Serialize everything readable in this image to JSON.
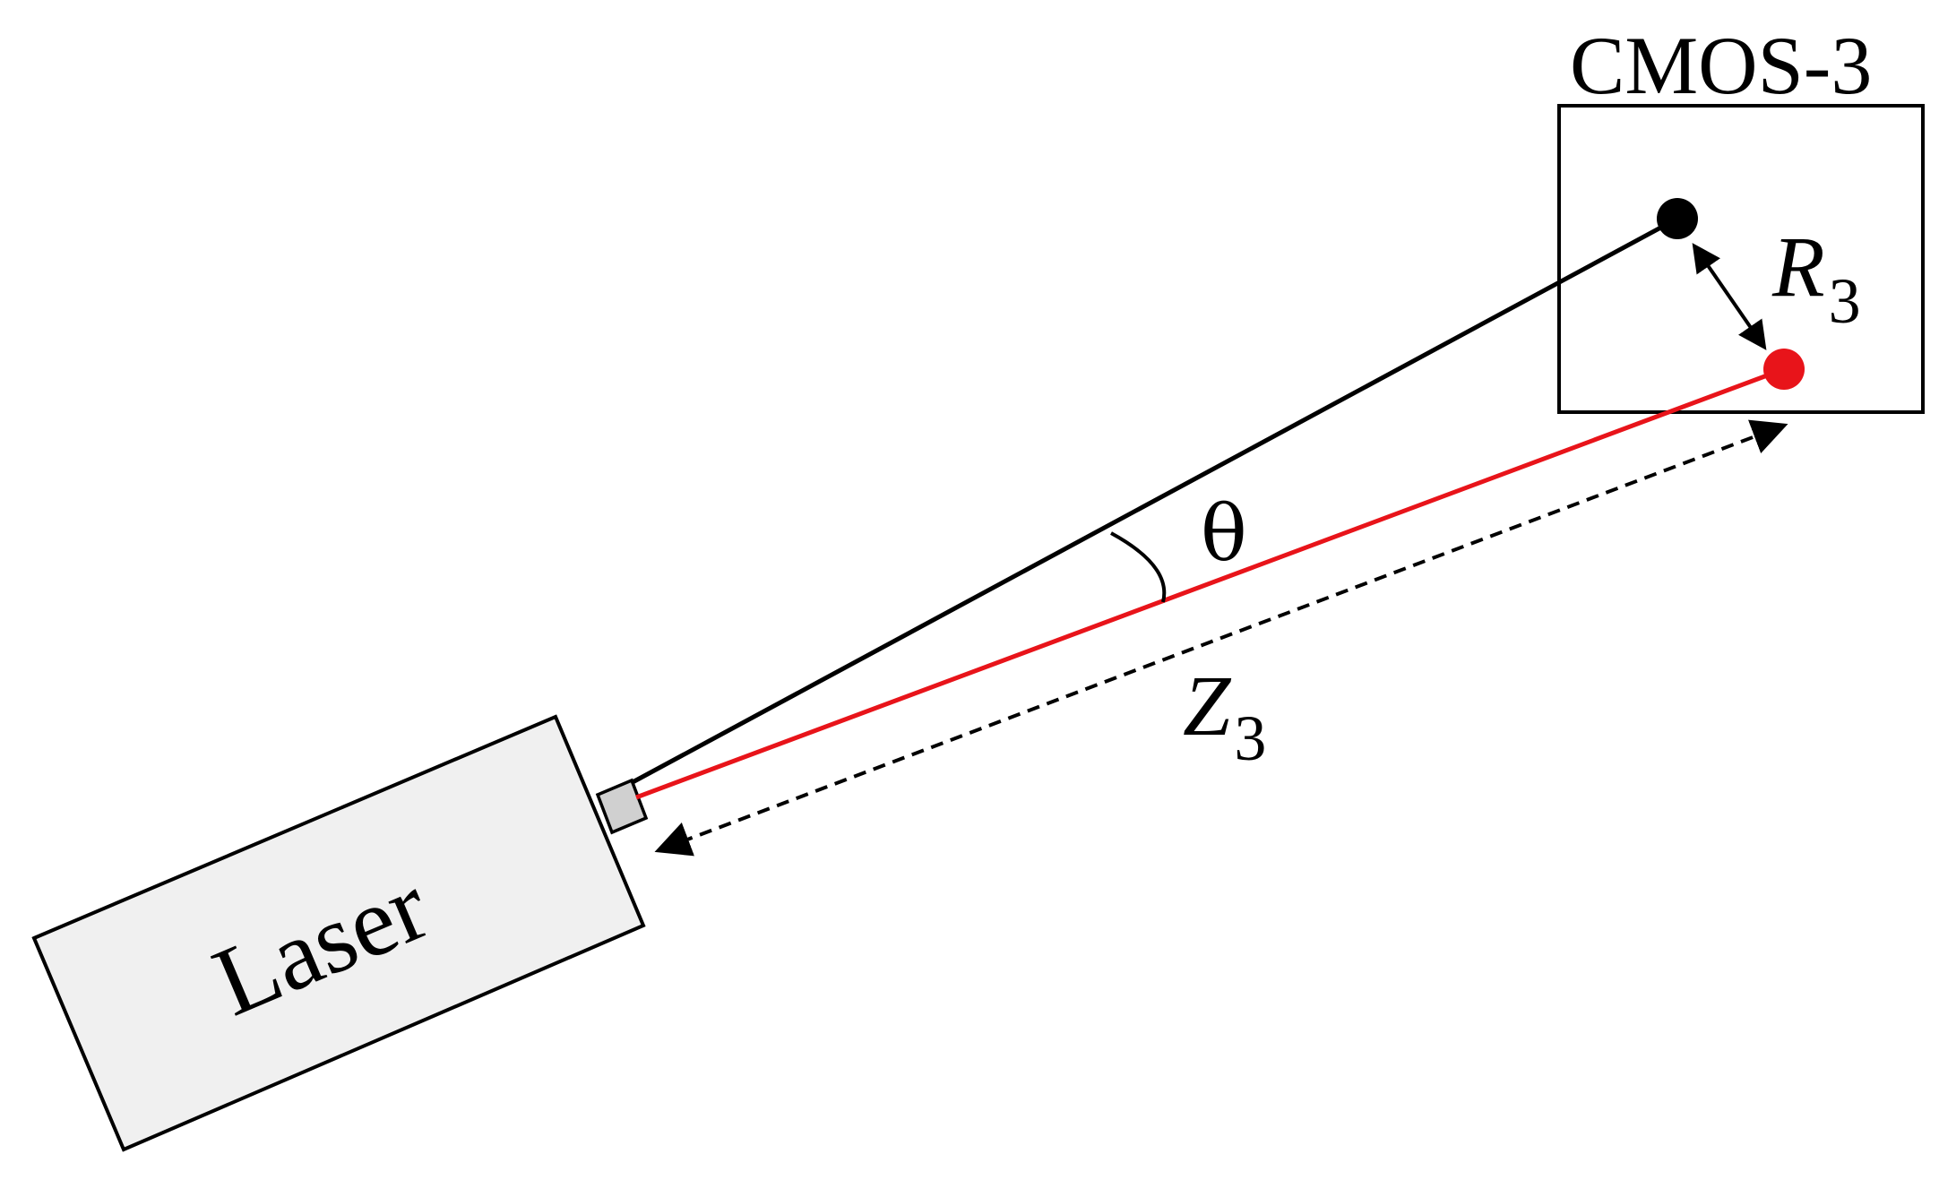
{
  "laser": {
    "label": "Laser"
  },
  "sensor": {
    "label": "CMOS-3"
  },
  "labels": {
    "angle": "θ",
    "radius_symbol": "R",
    "radius_subscript": "3",
    "distance_symbol": "Z",
    "distance_subscript": "3"
  },
  "colors": {
    "reference_beam": "#000000",
    "laser_beam": "#e8141a",
    "laser_body_fill": "#f0f0f0",
    "emitter_fill": "#d0d0d0",
    "outline": "#000000"
  }
}
